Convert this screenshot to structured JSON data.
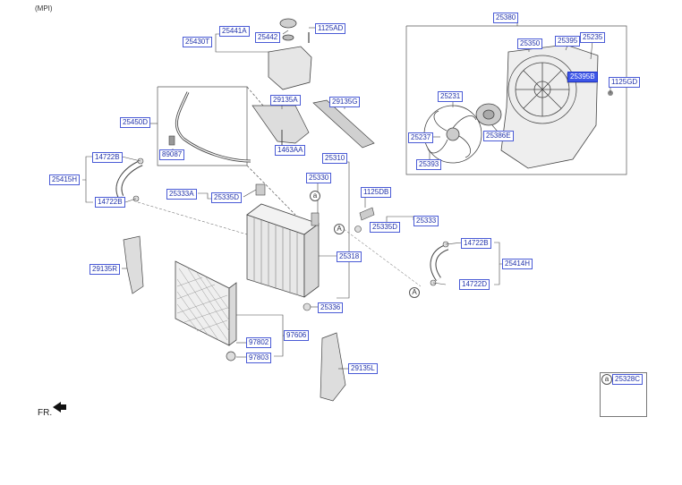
{
  "header": {
    "variant": "(MPI)"
  },
  "orientation": {
    "text": "FR."
  },
  "callouts": {
    "a": "a",
    "A": "A"
  },
  "accent_color": "#3e57e8",
  "parts": {
    "p25380": "25380",
    "p25441A": "25441A",
    "p1125AD": "1125AD",
    "p25442": "25442",
    "p25430T": "25430T",
    "p25350": "25350",
    "p25395": "25395",
    "p25235": "25235",
    "p25395B": "25395B",
    "p1125GD": "1125GD",
    "p29135A": "29135A",
    "p29135G": "29135G",
    "p25231": "25231",
    "p25450D": "25450D",
    "p25237": "25237",
    "p25386E": "25386E",
    "p1463AA": "1463AA",
    "p89087": "89087",
    "p25393": "25393",
    "p14722B_left": "14722B",
    "p25310": "25310",
    "p25330": "25330",
    "p25415H": "25415H",
    "p1125DB": "1125DB",
    "p25333A": "25333A",
    "p25335D_left": "25335D",
    "p14722B_lower": "14722B",
    "p25333": "25333",
    "p25335D_right": "25335D",
    "p14722B_right": "14722B",
    "p25318": "25318",
    "p25414H": "25414H",
    "p29135R": "29135R",
    "p14722D": "14722D",
    "p25336": "25336",
    "p97606": "97606",
    "p97802": "97802",
    "p97803": "97803",
    "p29135L": "29135L",
    "p25328C": "25328C"
  },
  "selected_part": "25395B"
}
